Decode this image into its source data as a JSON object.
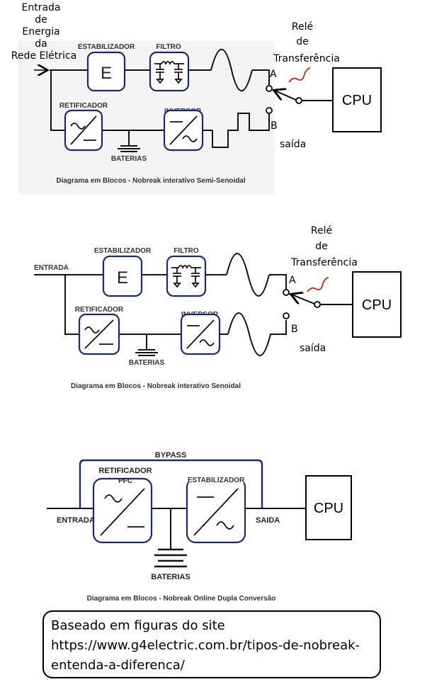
{
  "diagram1": {
    "input_label_lines": [
      "Entrada",
      "de",
      "Energia",
      "da",
      "Rede  Elétrica"
    ],
    "relay_label_lines": [
      "Relé",
      "de",
      "Transferência"
    ],
    "stabilizer": "ESTABILIZADOR",
    "stabilizer_symbol": "E",
    "filter": "FILTRO",
    "rectifier": "RETIFICADOR",
    "inverter": "INVERSOR",
    "batteries": "BATERIAS",
    "contact_a": "A",
    "contact_b": "B",
    "output": "saída",
    "cpu": "CPU",
    "caption": "Diagrama em Blocos - Nobreak interativo Semi-Senoidal"
  },
  "diagram2": {
    "input": "ENTRADA",
    "relay_label_lines": [
      "Relé",
      "de",
      "Transferência"
    ],
    "stabilizer": "ESTABILIZADOR",
    "stabilizer_symbol": "E",
    "filter": "FILTRO",
    "rectifier": "RETIFICADOR",
    "inverter": "INVERSOR",
    "batteries": "BATERIAS",
    "contact_a": "A",
    "contact_b": "B",
    "output": "saída",
    "cpu": "CPU",
    "caption": "Diagrama em Blocos - Nobreak interativo Senoidal"
  },
  "diagram3": {
    "bypass": "BYPASS",
    "rectifier_lines": [
      "RETIFICADOR",
      "PFC"
    ],
    "stabilizer": "ESTABILIZADOR",
    "input": "ENTRADA",
    "output": "SAIDA",
    "batteries": "BATERIAS",
    "cpu": "CPU",
    "caption": "Diagrama em Blocos - Nobreak Online Dupla Conversão"
  },
  "note": {
    "lines": [
      "Baseado em figuras do site",
      "https://www.g4electric.com.br/tipos-de-nobreak-",
      "entenda-a-diferenca/"
    ]
  },
  "colors": {
    "block_stroke": "#1b2a6b",
    "relay_accent": "#c0392b",
    "panel_bg": "#f4f4f4"
  }
}
